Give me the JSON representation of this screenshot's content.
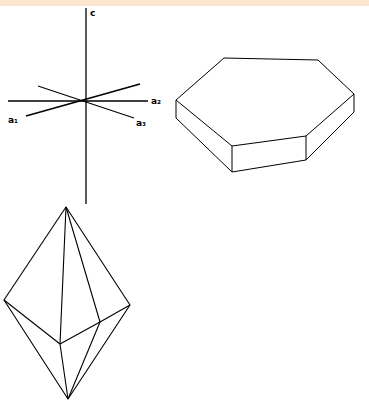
{
  "diagram": {
    "labels": [
      "c",
      "a₁",
      "a₂",
      "a₃"
    ]
  }
}
